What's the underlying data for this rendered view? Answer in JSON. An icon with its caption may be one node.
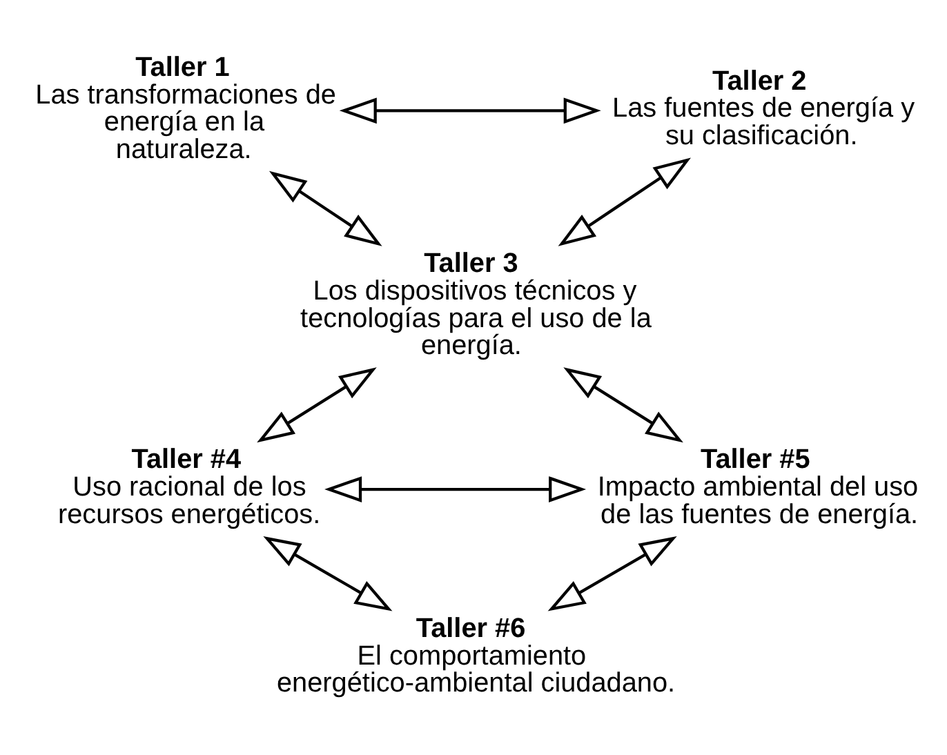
{
  "diagram": {
    "nodes": [
      {
        "text": [
          "Taller 1",
          "Las transformaciones de energía en la naturaleza."
        ]
      },
      {
        "text": [
          "Taller 2",
          "Las fuentes de energía y su clasificación."
        ]
      },
      {
        "text": [
          "Taller 3",
          "Los dispositivos técnicos y tecnologías para el uso de la energía."
        ]
      },
      {
        "text": [
          "Taller #4",
          "Uso racional de los recursos energéticos."
        ]
      },
      {
        "text": [
          "Taller #5",
          "Impacto ambiental del uso de las fuentes de energía."
        ]
      },
      {
        "text": [
          "Taller #6",
          "El comportamiento energético-ambiental ciudadano."
        ]
      }
    ],
    "edges": [
      {
        "from": 0,
        "to": 1,
        "arrow": "both"
      },
      {
        "from": 0,
        "to": 2,
        "arrow": "both"
      },
      {
        "from": 1,
        "to": 2,
        "arrow": "both"
      },
      {
        "from": 2,
        "to": 3,
        "arrow": "both"
      },
      {
        "from": 2,
        "to": 4,
        "arrow": "both"
      },
      {
        "from": 3,
        "to": 4,
        "arrow": "both"
      },
      {
        "from": 3,
        "to": 5,
        "arrow": "both"
      },
      {
        "from": 4,
        "to": 5,
        "arrow": "both"
      }
    ]
  }
}
